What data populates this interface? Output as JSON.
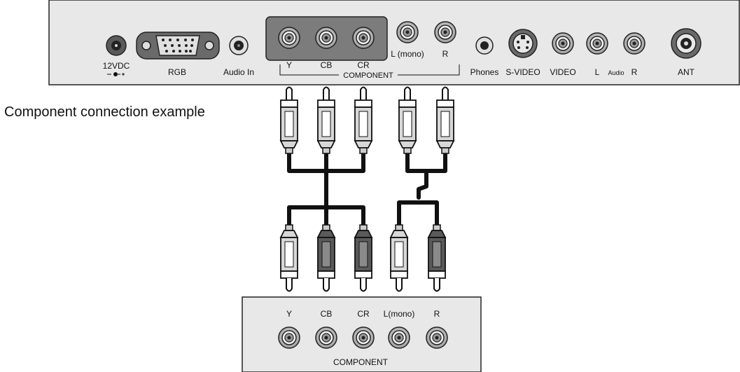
{
  "caption": "Component connection example",
  "tv_panel": {
    "connectors": {
      "dc_in": "12VDC",
      "rgb": "RGB",
      "audio_in": "Audio In",
      "y": "Y",
      "cb": "CB",
      "cr": "CR",
      "l_mono": "L (mono)",
      "r": "R",
      "component_group": "COMPONENT",
      "phones": "Phones",
      "s_video": "S-VIDEO",
      "video": "VIDEO",
      "audio_l": "L",
      "audio_word": "Audio",
      "audio_r": "R",
      "ant": "ANT"
    }
  },
  "source_device": {
    "labels": {
      "y": "Y",
      "cb": "CB",
      "cr": "CR",
      "l_mono": "L(mono)",
      "r": "R"
    },
    "group_label": "COMPONENT"
  },
  "colors": {
    "panel_fill": "#e8e8e8",
    "component_block": "#7c7c7c",
    "cable": "#111111",
    "plug_dark": "#5a5a5a",
    "plug_light": "#d8d8d8"
  }
}
